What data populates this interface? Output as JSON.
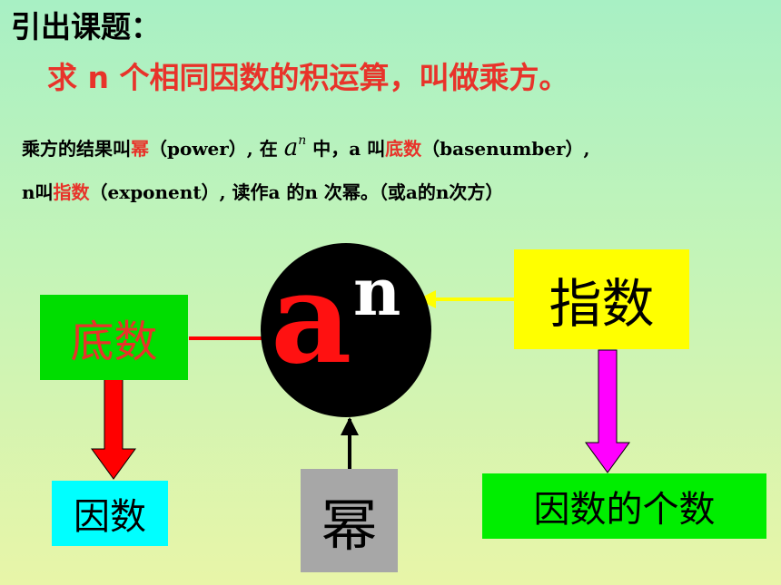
{
  "intro": {
    "title": "引出课题：",
    "definition": "求 n 个相同因数的积运算，叫做乘方。"
  },
  "paragraph": {
    "l1_a": "乘方的结果叫",
    "l1_b": "幂",
    "l1_c": "（power）, 在 ",
    "formula_base": "a",
    "formula_exp": "n",
    "l1_d": " 中，a  叫",
    "l1_e": "底数",
    "l1_f": "（basenumber）,",
    "l2_a": "n叫",
    "l2_b": "指数",
    "l2_c": "（exponent）, 读作a  的n 次幂。（或a的n次方）"
  },
  "diagram": {
    "base_label": "底数",
    "exponent_label": "指数",
    "factor_label": "因数",
    "power_label": "幂",
    "factor_count_label": "因数的个数",
    "center_base": "a",
    "center_exponent": "n"
  },
  "colors": {
    "red_text": "#e8332a",
    "base_box": "#00dd00",
    "exponent_box": "#ffff00",
    "factor_box": "#00ffff",
    "power_box": "#a7a7a7",
    "count_box": "#00ee00",
    "arrow_red": "#ff0000",
    "arrow_yellow": "#ffff00",
    "arrow_magenta": "#ff00ff"
  }
}
